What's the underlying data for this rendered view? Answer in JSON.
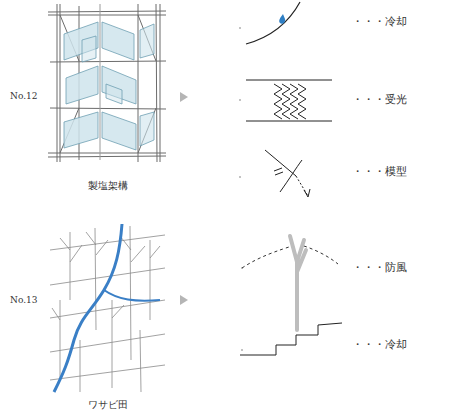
{
  "diagram": {
    "labels": [
      "No.12",
      "製塩架構",
      "・・・冷却",
      "・・・受光",
      "・・・模型",
      "No.13",
      "ワサビ田",
      "・・・防風",
      "・・・冷却"
    ]
  }
}
